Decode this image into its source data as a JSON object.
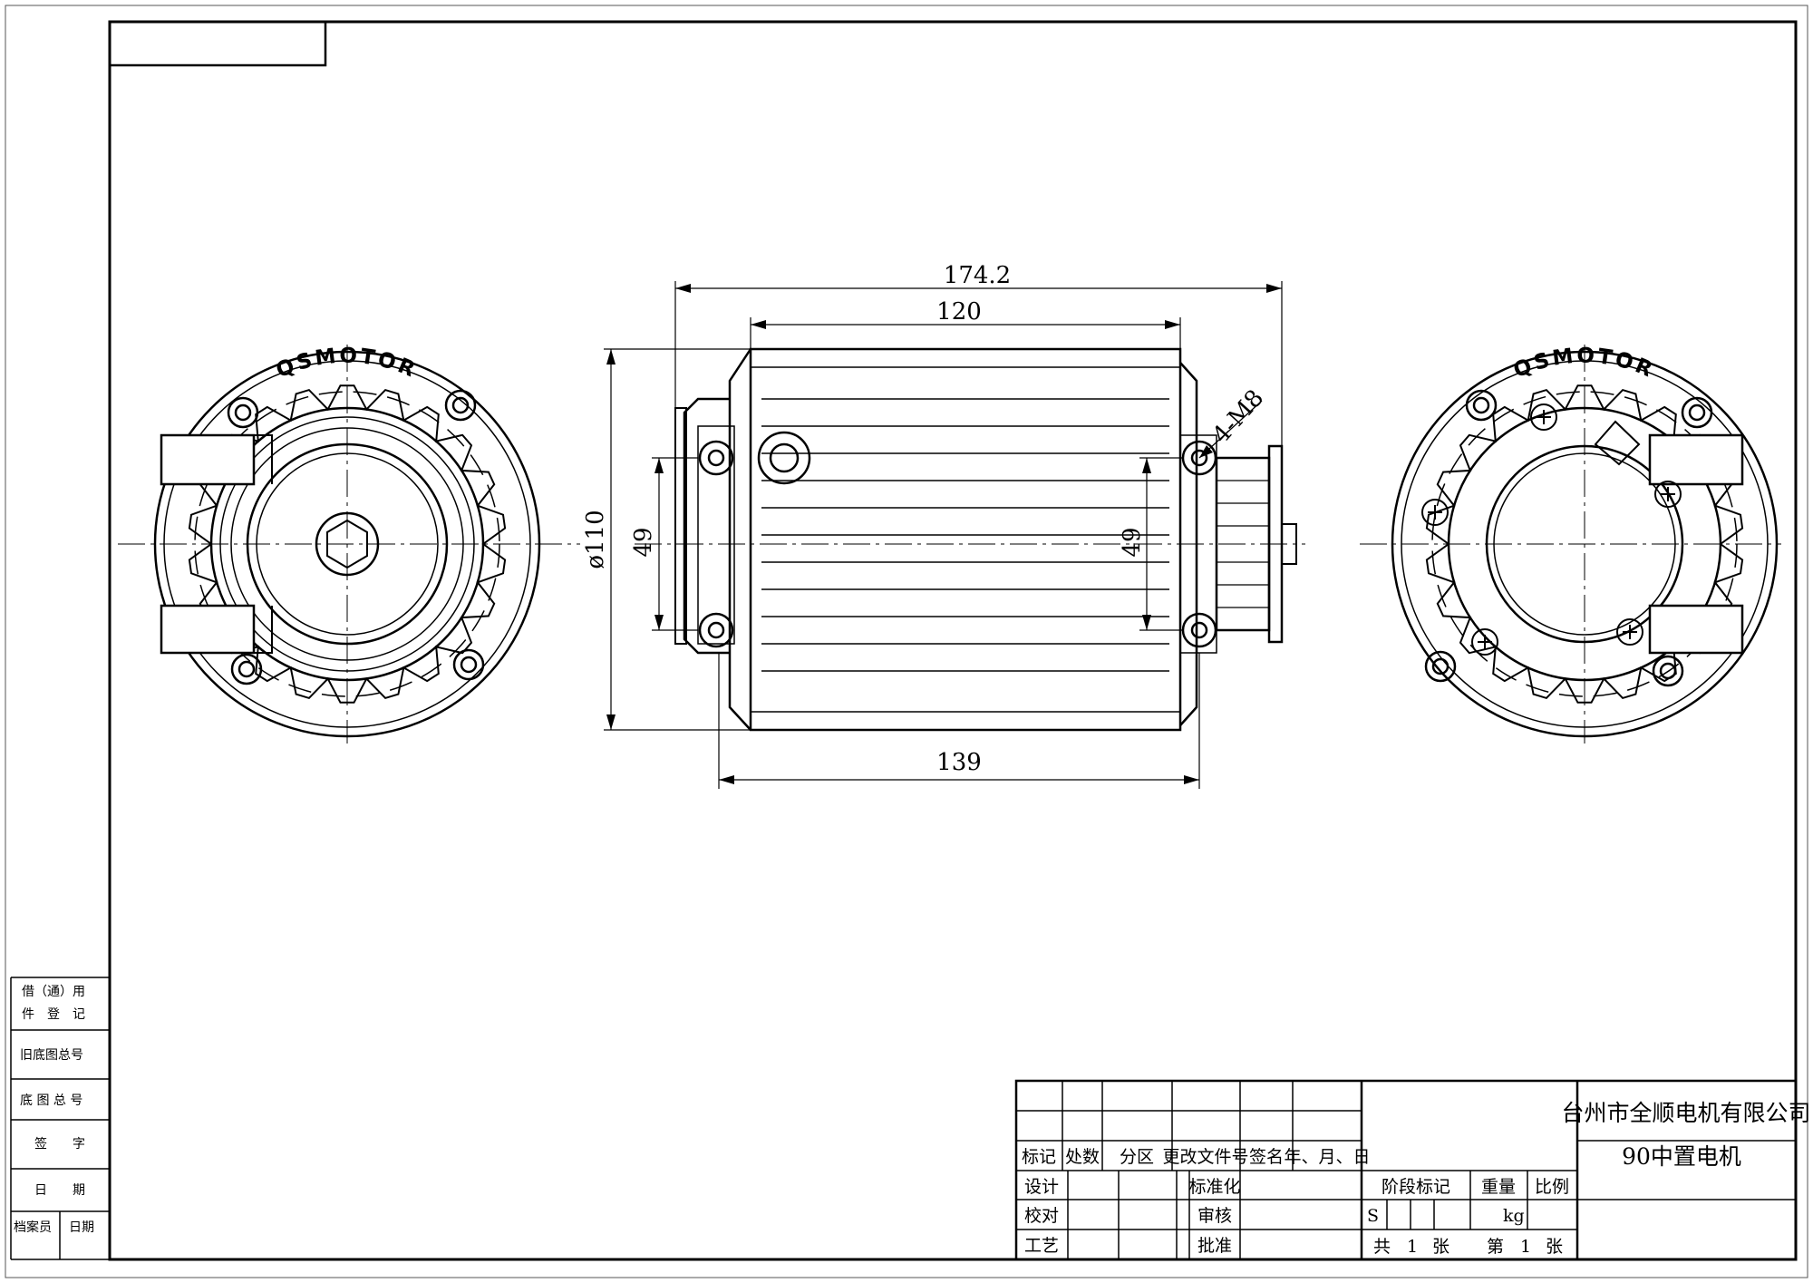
{
  "drawing": {
    "dimensions": {
      "overall_length": "174.2",
      "body_length": "120",
      "base_length": "139",
      "diameter": "ø110",
      "hole_spacing_left": "49",
      "hole_spacing_right": "49",
      "bolt_note": "4-M8"
    },
    "logo_text": "QSMOTOR"
  },
  "side_panel": {
    "borrow_line1": "借（通）用",
    "borrow_line2": "件　登　记",
    "old_drawing_no": "旧底图总号",
    "drawing_no": "底 图 总 号",
    "signature": "签　　字",
    "date": "日　　期",
    "archivist": "档案员",
    "archivist_date": "日期"
  },
  "title_block": {
    "header": [
      "标记",
      "处数",
      "分区",
      "更改文件号",
      "签名",
      "年、月、日"
    ],
    "design": "设计",
    "check": "校对",
    "process": "工艺",
    "standardize": "标准化",
    "review": "审核",
    "approve": "批准",
    "stage_mark": "阶段标记",
    "weight": "重量",
    "scale": "比例",
    "stage_s": "S",
    "weight_unit": "kg",
    "total": "共",
    "total_num": "1",
    "sheet_unit": "张",
    "sheet": "第",
    "sheet_num": "1",
    "sheet_unit2": "张",
    "company": "台州市全顺电机有限公司",
    "product": "90中置电机"
  }
}
